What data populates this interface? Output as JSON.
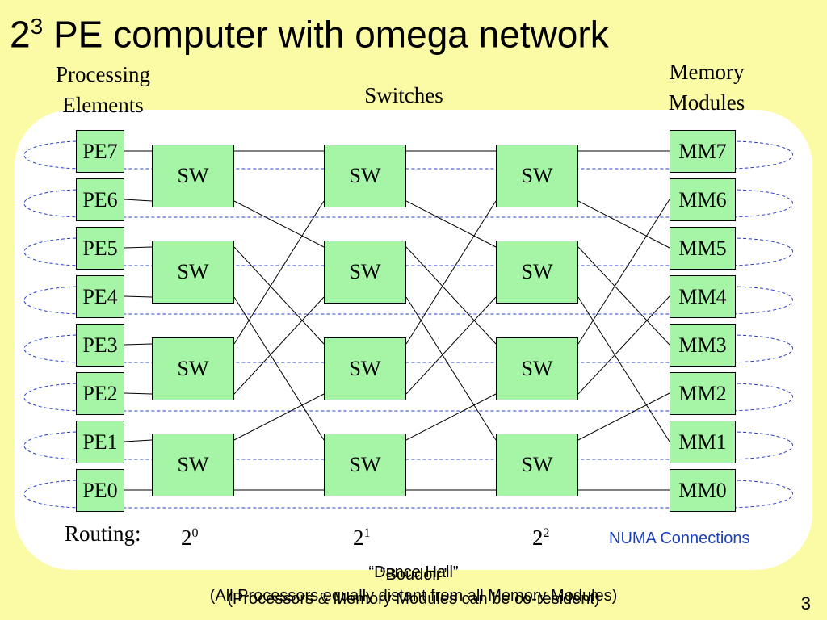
{
  "title": {
    "base": "2",
    "exponent": "3",
    "text": "PE computer with omega network"
  },
  "headers": {
    "processing_line1": "Processing",
    "processing_line2": "Elements",
    "switches": "Switches",
    "memory_line1": "Memory",
    "memory_line2": "Modules"
  },
  "pe_labels": [
    "PE7",
    "PE6",
    "PE5",
    "PE4",
    "PE3",
    "PE2",
    "PE1",
    "PE0"
  ],
  "mm_labels": [
    "MM7",
    "MM6",
    "MM5",
    "MM4",
    "MM3",
    "MM2",
    "MM1",
    "MM0"
  ],
  "switch_label": "SW",
  "routing": {
    "label": "Routing:",
    "stages": [
      {
        "base": "2",
        "exp": "0"
      },
      {
        "base": "2",
        "exp": "1"
      },
      {
        "base": "2",
        "exp": "2"
      }
    ]
  },
  "numa_label": "NUMA Connections",
  "overlapping_text": {
    "line1a": "“Dance Hall”",
    "line1b": "“Boudoir”",
    "line2a": "(All Processors equally distant from all Memory Modules)",
    "line2b": "(Processors & Memory Modules can be co-resident)"
  },
  "slide_number": "3",
  "colors": {
    "background": "#fbfba6",
    "node_fill": "#a6f5a6",
    "numa_text": "#1a3fbf",
    "numa_dash": "#2a3fc8"
  }
}
